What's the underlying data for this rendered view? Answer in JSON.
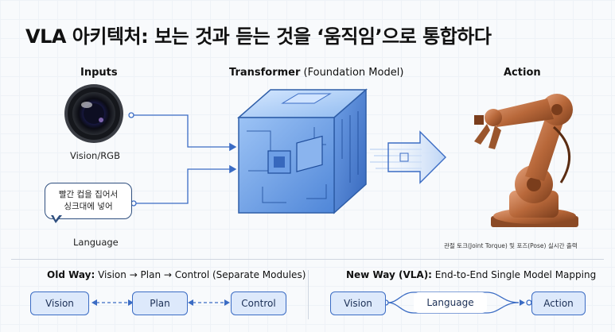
{
  "title": "VLA 아키텍처: 보는 것과 듣는 것을 ‘움직임’으로 통합하다",
  "columns": {
    "inputs": "Inputs",
    "transformer_bold": "Transformer",
    "transformer_rest": " (Foundation Model)",
    "action": "Action"
  },
  "inputs": {
    "vision_label": "Vision/RGB",
    "speech_line1": "빨간 컵을 집어서",
    "speech_line2": "싱크대에 넣어",
    "language_label": "Language"
  },
  "action_caption": "관절 토크(Joint Torque) 및 포즈(Pose) 실시간 출력",
  "old_way": {
    "heading_bold": "Old Way:",
    "heading_rest": " Vision → Plan → Control (Separate Modules)",
    "boxes": [
      "Vision",
      "Plan",
      "Control"
    ]
  },
  "new_way": {
    "heading_bold": "New Way (VLA):",
    "heading_rest": " End-to-End Single Model Mapping",
    "boxes": [
      "Vision",
      "Language",
      "Action"
    ]
  },
  "colors": {
    "accent": "#3b6cc4",
    "cube": "#5b8fe0",
    "robot": "#b8683a"
  }
}
